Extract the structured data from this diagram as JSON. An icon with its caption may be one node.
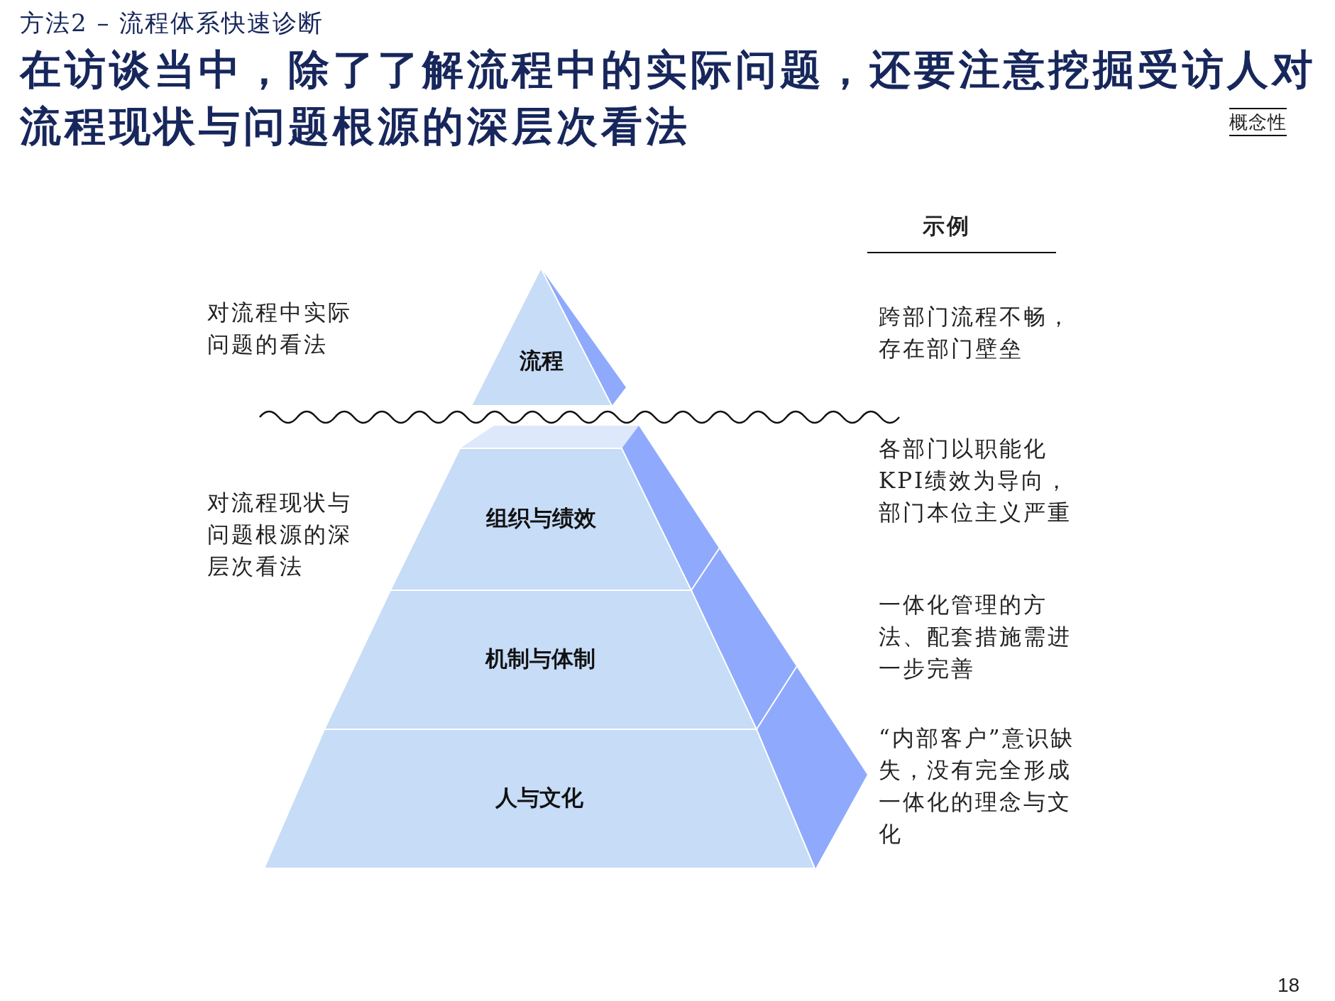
{
  "diagram": {
    "title": "在访谈当中，除了了解流程中的实际问题，还要注意挖掘受访人对流程现状与问题根源的深层次看法",
    "nodes": [
      {
        "text": [
          "流程"
        ]
      },
      {
        "text": [
          "组织与绩效"
        ]
      },
      {
        "text": [
          "机制与体制"
        ]
      },
      {
        "text": [
          "人与文化"
        ]
      }
    ],
    "labels": [
      "方法2 – 流程体系快速诊断",
      "概念性",
      "示例",
      "对流程中实际问题的看法",
      "对流程现状与问题根源的深层次看法",
      "跨部门流程不畅，存在部门壁垒",
      "各部门以职能化KPI绩效为导向，部门本位主义严重",
      "一体化管理的方法、配套措施需进一步完善",
      "“内部客户”意识缺失，没有完全形成一体化的理念与文化",
      "18"
    ]
  }
}
